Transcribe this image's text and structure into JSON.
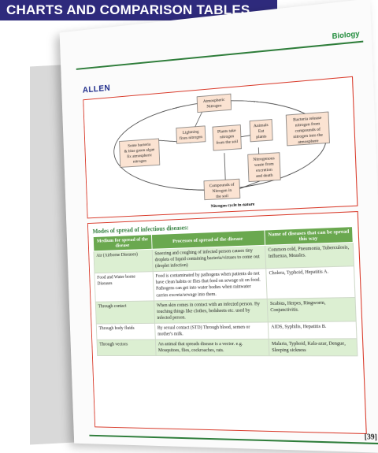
{
  "banner": {
    "title": "CHARTS AND COMPARISON TABLES"
  },
  "header": {
    "subject": "Biology",
    "logo": "ALLEN"
  },
  "diagram": {
    "caption": "Nitrogen cycle in nature",
    "nodes": {
      "atmospheric": "Atmospheric Nitrogen",
      "lightning": "Lightning fixes nitrogen",
      "bacteria_algae": "Some bacteria & blue green algae fix atmospheric nitrogen",
      "plants": "Plants take nitrogen from the soil",
      "animals": "Animals Eat plants",
      "nitrogenous": "Nitrogenous waste from excretion and death",
      "bacteria_release": "Bacteria release nitrogen from compounds of nitrogen into the atmosphere",
      "compounds": "Compounds of Nitrogen in the soil"
    }
  },
  "table": {
    "title": "Modes of spread of infectious diseases:",
    "headers": [
      "Medium for spread of the disease",
      "Processes of spread of the disease",
      "Name of diseases that can be spread this way"
    ],
    "rows": [
      {
        "medium": "Air (Airborne Diseases)",
        "process": "Sneezing and coughing of infected person causes tiny droplets of liquid containing bacteria/viruses to come out (droplet infection)",
        "diseases": "Common cold, Pneumonia, Tuberculosis, Influenza, Measles."
      },
      {
        "medium": "Food and Water borne Diseases",
        "process": "Food is contaminated by pathogens when patients do not have clean habits or flies that feed on sewage sit on food. Pathogens can get into water bodies when rainwater carries excreta/sewage into them.",
        "diseases": "Cholera, Typhoid, Hepatitis A."
      },
      {
        "medium": "Through contact",
        "process": "When skin comes in contact with an infected person. By touching things like clothes, bedsheets etc. used by infected person.",
        "diseases": "Scabies, Herpes, Ringworm, Conjunctivitis."
      },
      {
        "medium": "Through body fluids",
        "process": "By sexual contact (STD) Through blood, semen or mother's milk.",
        "diseases": "AIDS, Syphilis, Hepatitis B."
      },
      {
        "medium": "Through vectors",
        "process": "An animal that spreads disease is a vector. e.g. Mosquitoes, flies, cockroaches, rats.",
        "diseases": "Malaria, Typhoid, Kala-azar, Dengue, Sleeping sickness"
      }
    ]
  },
  "footer": {
    "page_number": "[39]"
  },
  "colors": {
    "banner": "#2e2a7c",
    "accent_green": "#6aa84f",
    "border_red": "#d93a2a"
  }
}
